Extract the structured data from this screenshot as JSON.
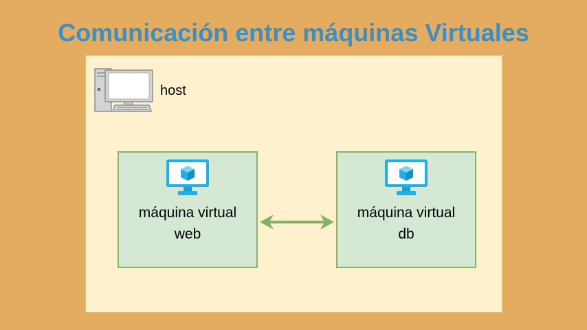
{
  "title": "Comunicación entre máquinas Virtuales",
  "host": {
    "label": "host",
    "icon": "desktop-computer-icon"
  },
  "vms": [
    {
      "line1": "máquina virtual",
      "line2": "web",
      "icon": "virtual-machine-monitor-icon"
    },
    {
      "line1": "máquina virtual",
      "line2": "db",
      "icon": "virtual-machine-monitor-icon"
    }
  ],
  "connection": {
    "type": "bidirectional-arrow",
    "color": "#82b366"
  },
  "colors": {
    "background": "#e3ac61",
    "title": "#3a8fc7",
    "host_fill": "#fff1cd",
    "vm_fill": "#d5e8d4",
    "vm_border": "#82b366",
    "monitor": "#1eb0e6"
  }
}
